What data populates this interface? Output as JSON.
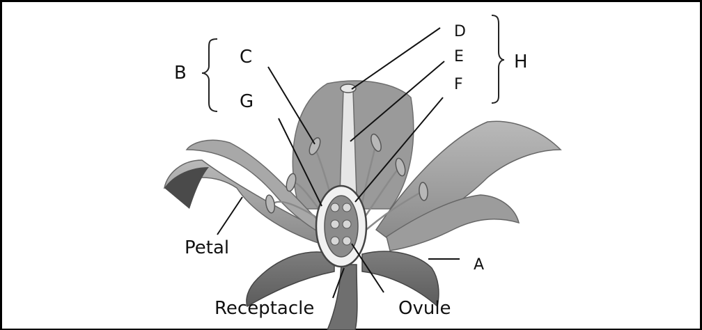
{
  "diagram": {
    "labels": {
      "B": "B",
      "C": "C",
      "G": "G",
      "D": "D",
      "E": "E",
      "F": "F",
      "H": "H",
      "A": "A",
      "petal": "Petal",
      "receptacle": "Receptacle",
      "ovule": "Ovule"
    }
  }
}
